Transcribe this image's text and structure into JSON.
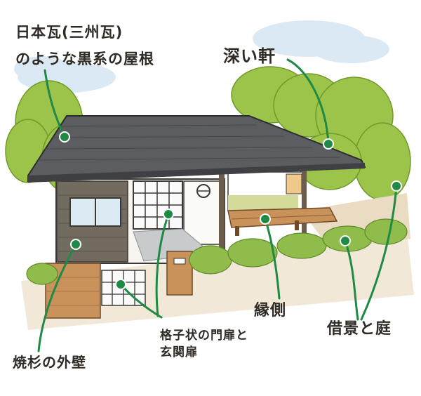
{
  "labels": {
    "roof_line1": "日本瓦(三州瓦)",
    "roof_line2": "のような黒系の屋根",
    "eaves": "深い軒",
    "engawa": "縁側",
    "garden": "借景と庭",
    "lattice_line1": "格子状の門扉と",
    "lattice_line2": "玄関扉",
    "wall": "焼杉の外壁"
  },
  "colors": {
    "marker": "#1f8a46",
    "leader_line": "#1f8a46",
    "roof": "#5b5d60",
    "tree": "#9cc34a",
    "wood": "#c9925a",
    "wall_dark": "#726b60",
    "sky_cloud": "#dbe9f5"
  }
}
